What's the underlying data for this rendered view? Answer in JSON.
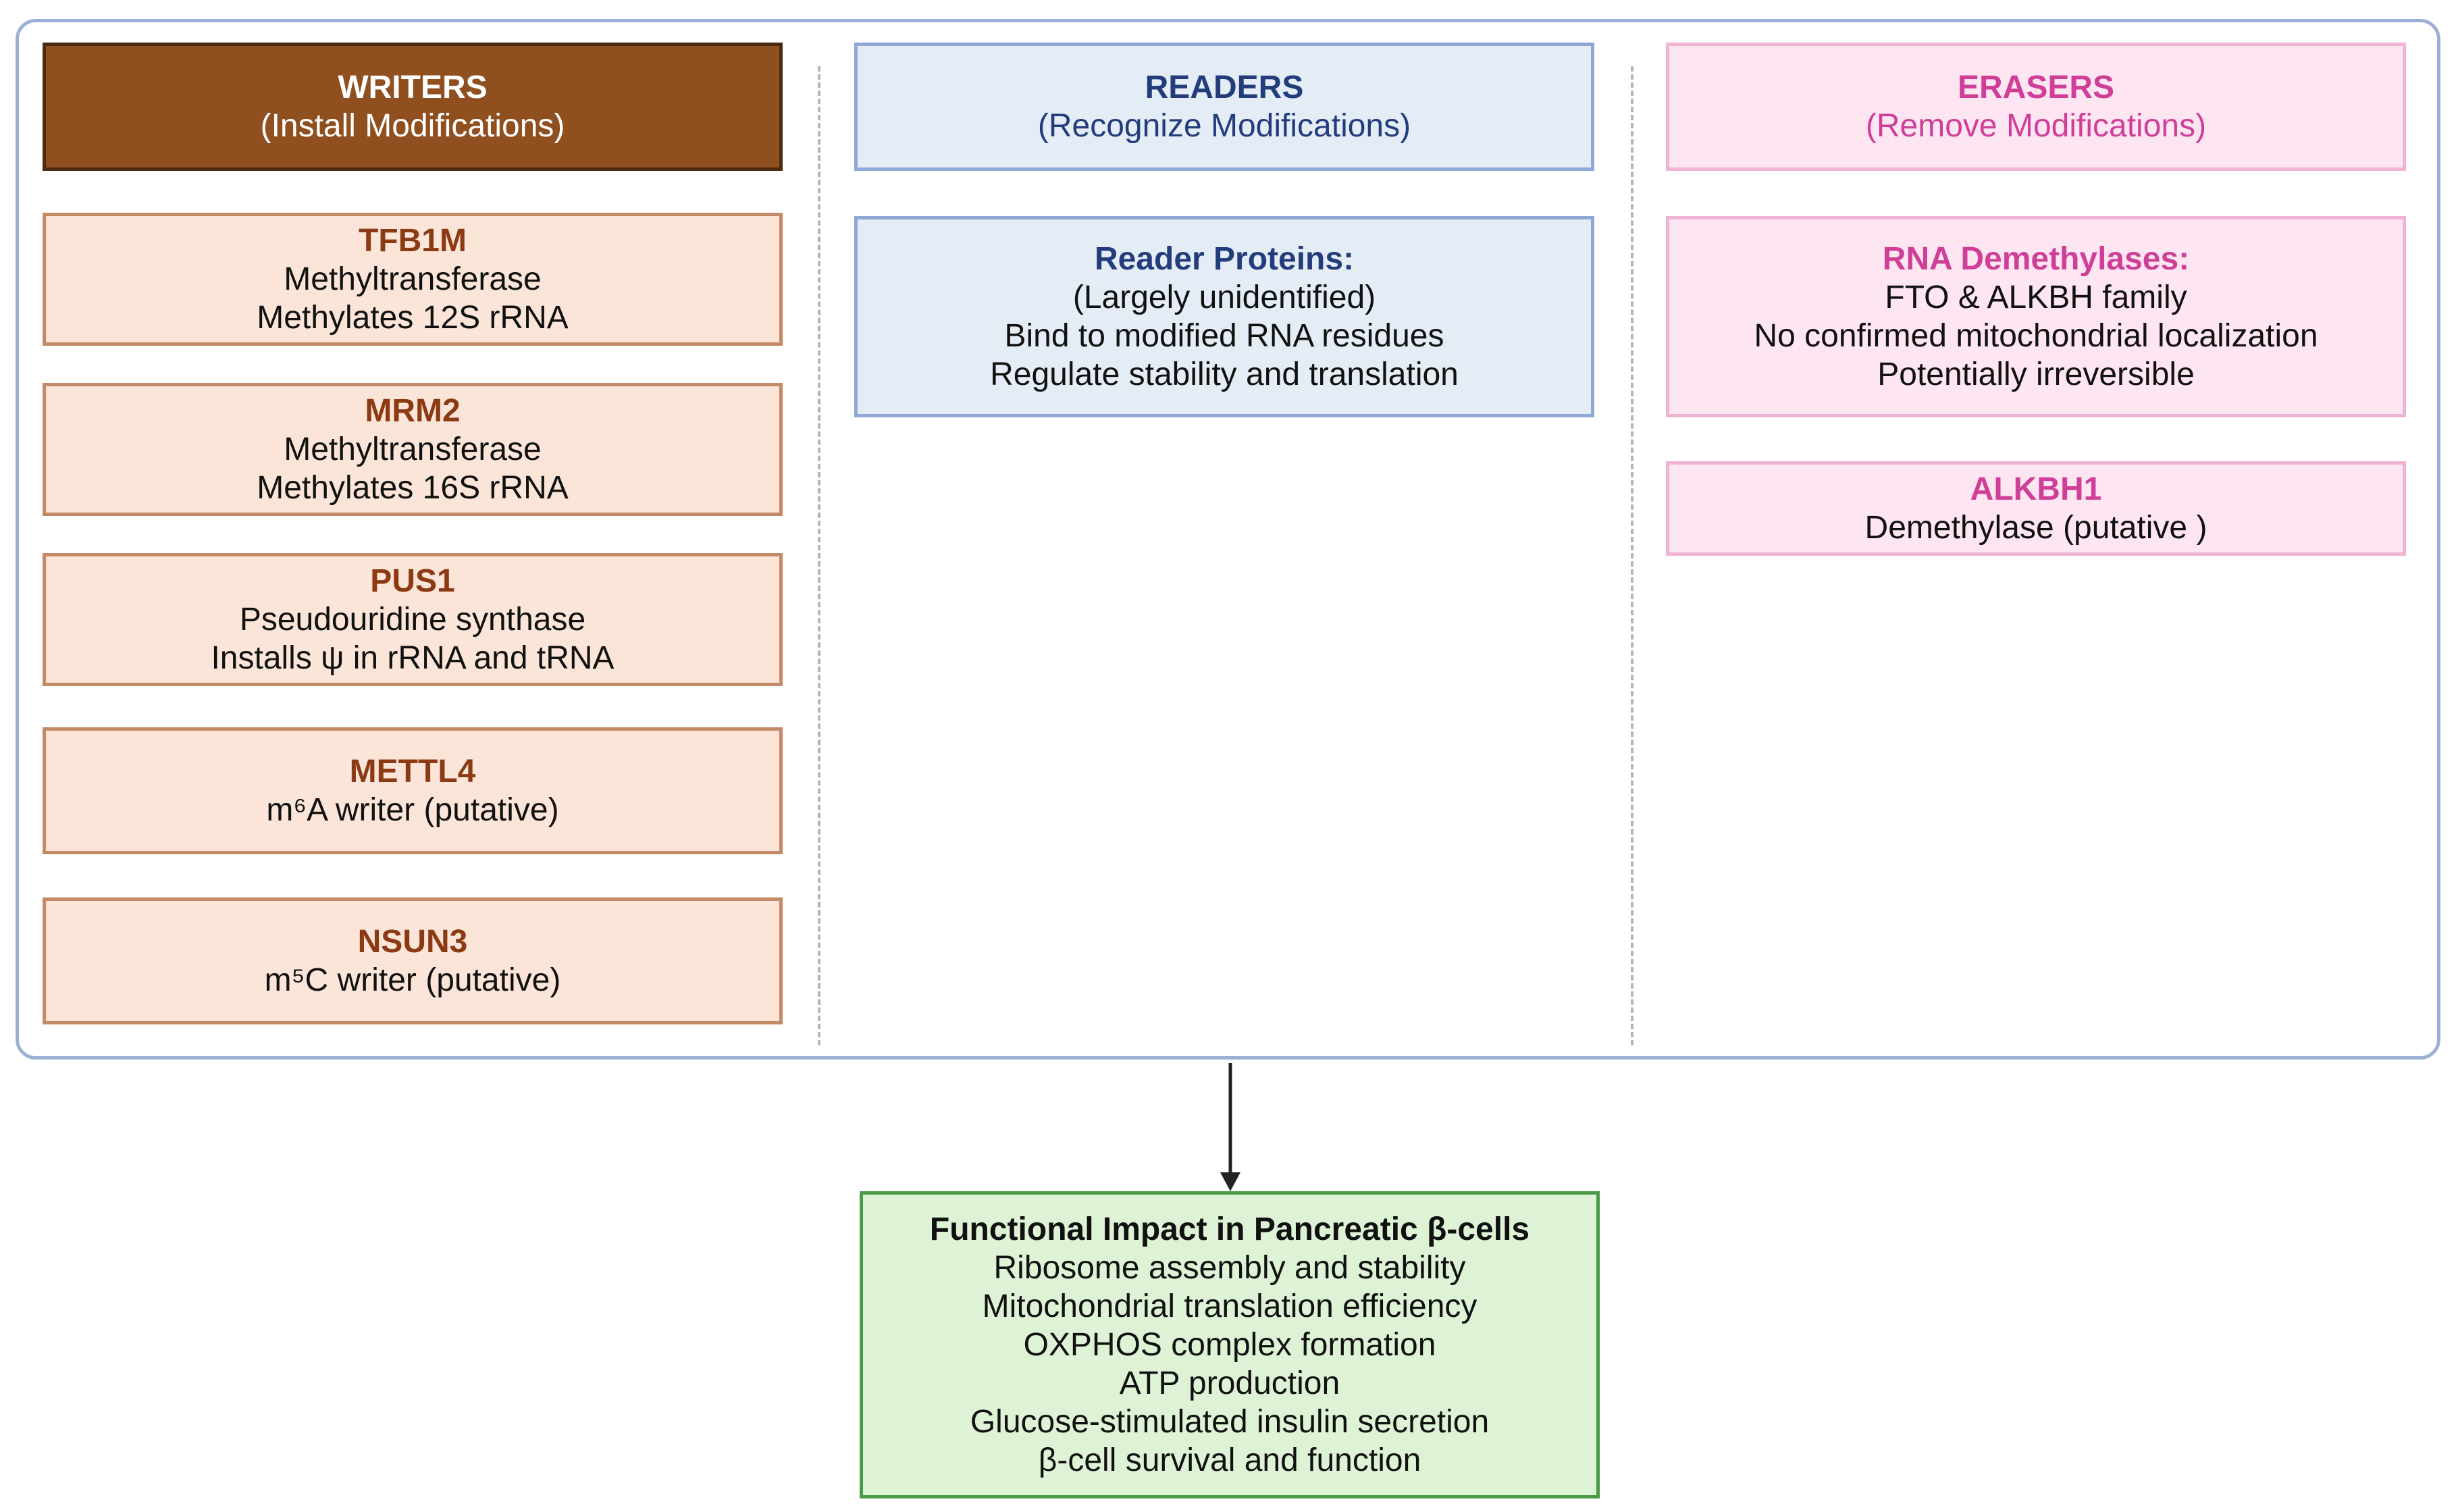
{
  "writers": {
    "header": {
      "title": "WRITERS",
      "subtitle": "(Install Modifications)"
    },
    "items": [
      {
        "name": "TFB1M",
        "lines": [
          "Methyltransferase",
          "Methylates 12S rRNA"
        ]
      },
      {
        "name": "MRM2",
        "lines": [
          "Methyltransferase",
          "Methylates 16S rRNA"
        ]
      },
      {
        "name": "PUS1",
        "lines": [
          "Pseudouridine synthase",
          "Installs ψ in rRNA and tRNA"
        ]
      },
      {
        "name": "METTL4",
        "lines": [
          "m⁶A writer (putative)"
        ]
      },
      {
        "name": "NSUN3",
        "lines": [
          "m⁵C writer (putative)"
        ]
      }
    ]
  },
  "readers": {
    "header": {
      "title": "READERS",
      "subtitle": "(Recognize Modifications)"
    },
    "items": [
      {
        "name": "Reader Proteins:",
        "lines": [
          "(Largely unidentified)",
          "Bind to modified RNA residues",
          "Regulate stability and translation"
        ]
      }
    ]
  },
  "erasers": {
    "header": {
      "title": "ERASERS",
      "subtitle": "(Remove Modifications)"
    },
    "items": [
      {
        "name": "RNA Demethylases:",
        "lines": [
          "FTO & ALKBH family",
          "No confirmed mitochondrial localization",
          "Potentially irreversible"
        ]
      },
      {
        "name": "ALKBH1",
        "lines": [
          "Demethylase (putative )"
        ]
      }
    ]
  },
  "impact": {
    "title": "Functional Impact in Pancreatic β-cells",
    "lines": [
      "Ribosome assembly and stability",
      "Mitochondrial translation efficiency",
      "OXPHOS complex formation",
      "ATP production",
      "Glucose-stimulated insulin secretion",
      "β-cell survival and function"
    ]
  },
  "colors": {
    "frame": "#9ab0d6",
    "writers_header_fill": "#8f4f1f",
    "writers_item_fill": "#fbe5d8",
    "writers_accent": "#8b3a14",
    "readers_fill": "#e4edf5",
    "readers_accent": "#233d7c",
    "erasers_fill": "#fde6f2",
    "erasers_accent": "#cf3f98",
    "impact_fill": "#def3d6",
    "impact_border": "#4b9a48"
  }
}
